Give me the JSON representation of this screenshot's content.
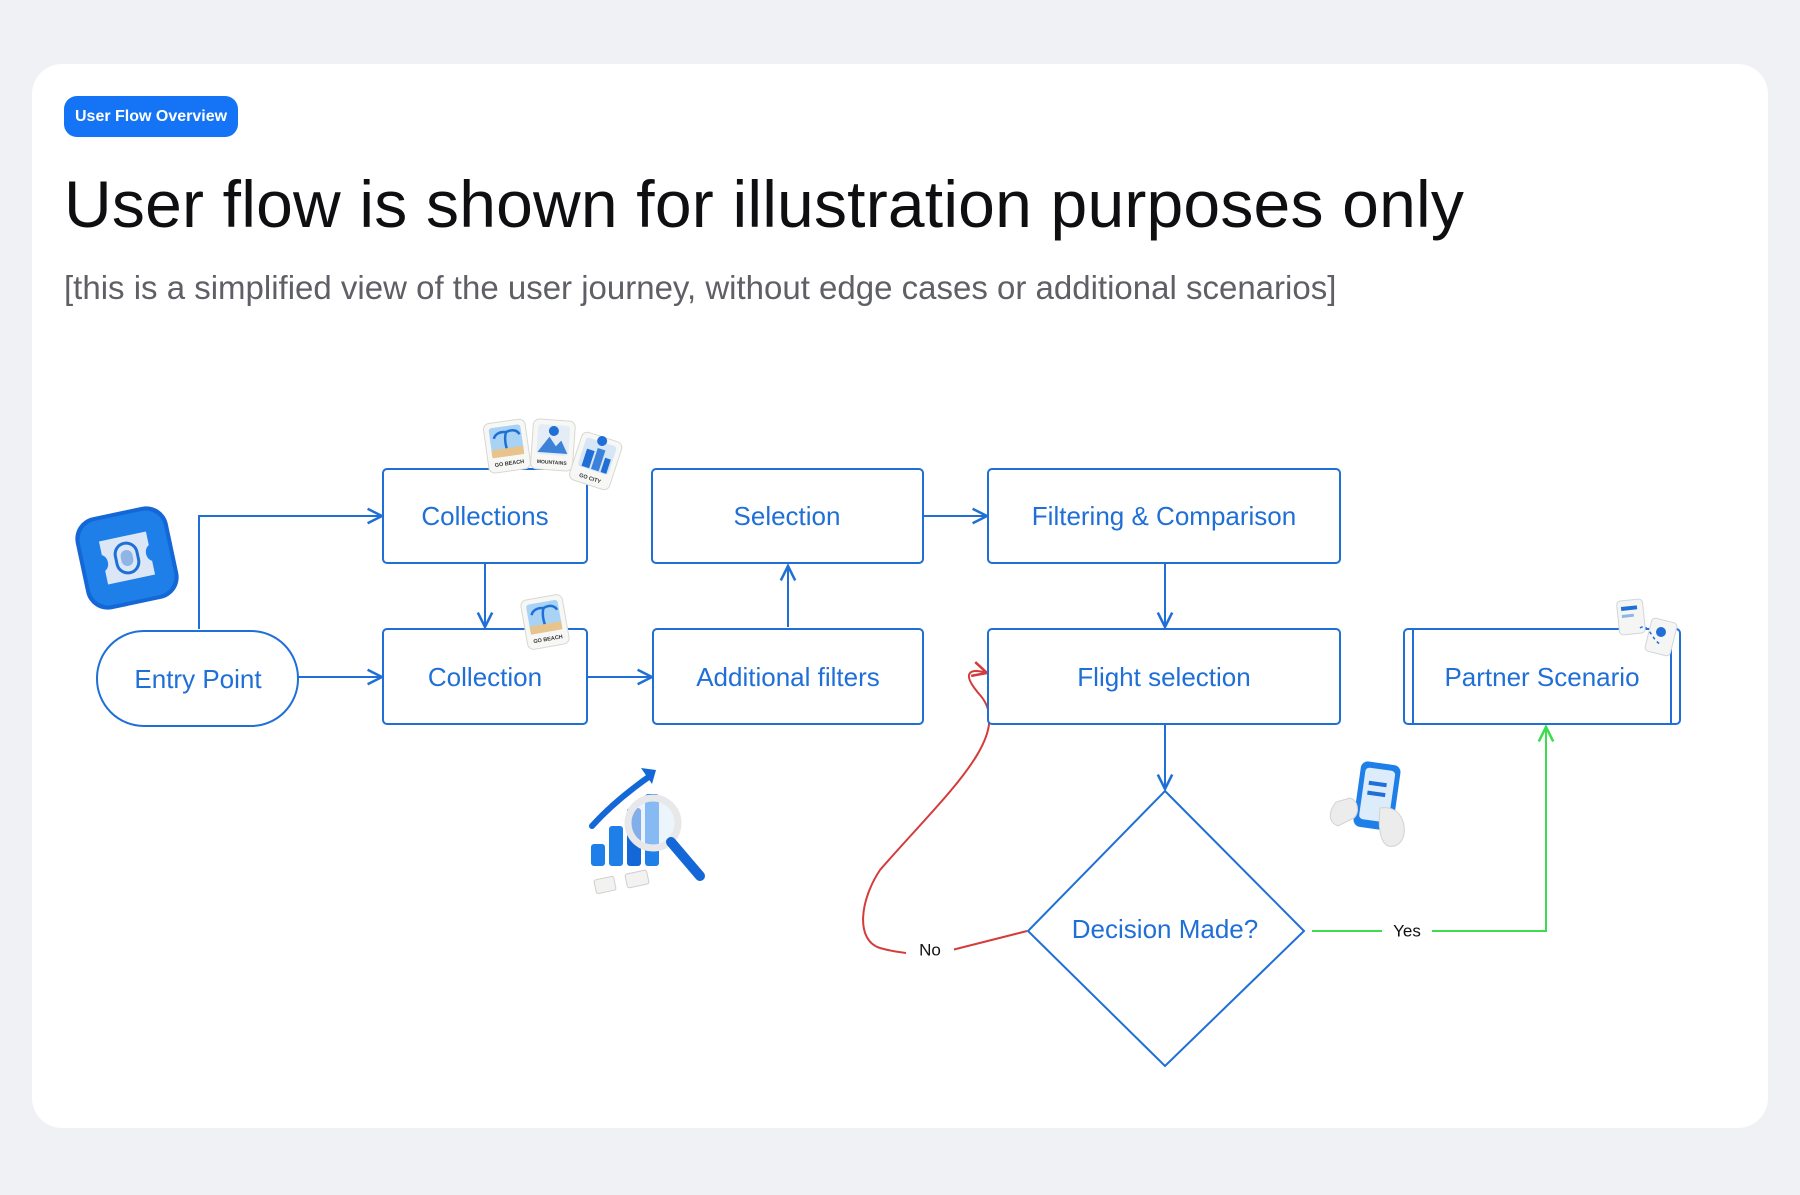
{
  "badge": "User Flow Overview",
  "title": "User flow is shown for illustration purposes only",
  "subtitle": "[this is a simplified view of the user journey, without edge cases or additional scenarios]",
  "colors": {
    "accent": "#1474f5",
    "node_stroke": "#1f6fd6",
    "no_edge": "#d43b3b",
    "yes_edge": "#3ddc4f"
  },
  "nodes": {
    "entry_point": "Entry Point",
    "collections": "Collections",
    "collection": "Collection",
    "selection": "Selection",
    "additional_filters": "Additional filters",
    "filtering_comparison": "Filtering & Comparison",
    "flight_selection": "Flight selection",
    "decision": "Decision Made?",
    "partner_scenario": "Partner Scenario"
  },
  "edges": {
    "no": "No",
    "yes": "Yes"
  },
  "stickers": {
    "collections": [
      "GO BEACH",
      "MOUNTAINS",
      "GO CITY"
    ],
    "collection": "GO BEACH"
  },
  "icons": [
    "app-logo-icon",
    "collections-cards-icon",
    "beach-card-icon",
    "analytics-search-icon",
    "phone-hands-icon",
    "documents-icon"
  ]
}
